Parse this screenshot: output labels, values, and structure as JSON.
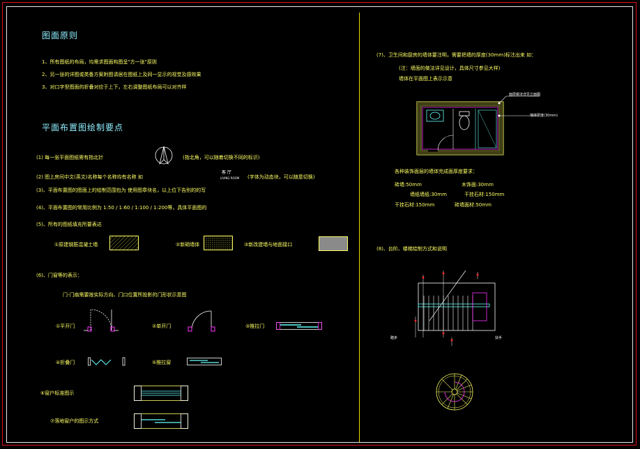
{
  "legend": {
    "title": "图面原则",
    "items": [
      "1、所有图纸的布局，均需求图面构图呈\"方一张\"原则",
      "2、另一张的详图或类备方案附图请居在图纸上及同一显示的视觉及感效果",
      "3、对口字型图面的折叠对应于上下，左右调整图纸布局可以对齐样"
    ]
  },
  "plan": {
    "title": "平面布置图绘制要点",
    "n1": "(1) 每一张平面图纸需有指北针",
    "n1_note": "(指北角，可以随着切换不同的标识)",
    "n2": "(2) 图上房间中文(英文)名称每个名称均有名称 如",
    "n2_tag": "客 厅",
    "n2_tag_sub": "LIVING ROOM",
    "n2_note": "(字体为动态块，可以随意切换)",
    "n3": "(3)、平面布置图的图面上的绘制范围包为 使用图章块名，以上位下告别的的写",
    "n4": "(4)、平面布置图的常用比例为 1:50 / 1:60 / 1:100 / 1:200等，具体平面图的",
    "n5": "(5)、所有的图纸填充所要表达",
    "fill_a": "①原建钢筋混凝土墙",
    "fill_b": "②新砌墙体",
    "fill_c": "③新改建墙与地面接口",
    "n6": "(6)、门窗等的表示：",
    "n6_sub": "门-门扇需要按实际方向、门口位置所投影的门形状示意图",
    "d1": "①平开门",
    "d2": "②单开门",
    "d3": "③推拉门",
    "d4": "④折叠门",
    "d5": "⑤推拉窗",
    "d6": "⑥窗户标准图示",
    "d7": "⑦落地窗户的图示方式"
  },
  "right": {
    "n7": "(7)、卫生间和厨房的墙体要注明，需要把墙的厚度(30mm)标注出来   如：",
    "n7_sub1": "(注：墙面的做法详见设计，具体尺寸参见大样)",
    "n7_sub2": "墙体在平面图上表示示意",
    "callout1": "面层做法详见立面图",
    "callout2": "墙体厚度(30mm)",
    "thk_title": "各种装饰面层的墙体完成面厚度要求：",
    "thk1": "砖墙:50mm",
    "thk2": "木饰面:30mm",
    "thk3": "墙纸墙纸:30mm",
    "thk4": "干挂石材:150mm",
    "thk5": "干挂石材:150mm",
    "thk6": "砖墙面材:50mm",
    "n8": "(8)、台阶、楼梯绘制方式和说明",
    "stair_l1": "踏步",
    "stair_l2": "扶手"
  },
  "colors": {
    "cyan": "#66ffff",
    "yellow": "#ffff66",
    "magenta": "#ff33ff",
    "red": "#ff2a2a",
    "grey_fill": "#8a8a8a"
  }
}
